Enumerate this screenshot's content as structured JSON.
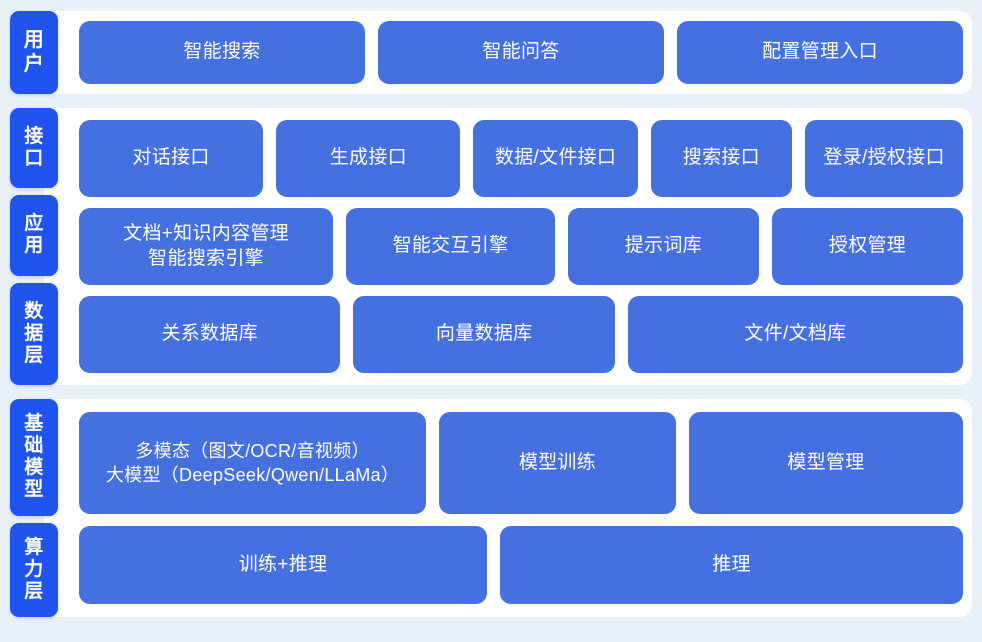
{
  "theme": {
    "page_background": "#eaf0f7",
    "card_background": "#ffffff",
    "tab_color": "#1f55ee",
    "node_color": "#4570e0",
    "text_color": "#ffffff"
  },
  "bands": [
    {
      "id": "user",
      "tabs": [
        {
          "label": "用户"
        }
      ],
      "rows": [
        {
          "id": "user-entries",
          "nodes": [
            {
              "label": "智能搜索"
            },
            {
              "label": "智能问答"
            },
            {
              "label": "配置管理入口"
            }
          ]
        }
      ]
    },
    {
      "id": "middle",
      "tabs": [
        {
          "label": "接口"
        },
        {
          "label": "应用"
        },
        {
          "label": "数据层"
        }
      ],
      "rows": [
        {
          "id": "interface",
          "nodes": [
            {
              "label": "对话接口"
            },
            {
              "label": "生成接口"
            },
            {
              "label": "数据/文件接口"
            },
            {
              "label": "搜索接口"
            },
            {
              "label": "登录/授权接口"
            }
          ]
        },
        {
          "id": "application",
          "nodes": [
            {
              "label": "文档+知识内容管理\n智能搜索引擎"
            },
            {
              "label": "智能交互引擎"
            },
            {
              "label": "提示词库"
            },
            {
              "label": "授权管理"
            }
          ]
        },
        {
          "id": "data",
          "nodes": [
            {
              "label": "关系数据库"
            },
            {
              "label": "向量数据库"
            },
            {
              "label": "文件/文档库"
            }
          ]
        }
      ]
    },
    {
      "id": "foundation",
      "tabs": [
        {
          "label": "基础模型"
        },
        {
          "label": "算力层"
        }
      ],
      "rows": [
        {
          "id": "model",
          "nodes": [
            {
              "label": "多模态（图文/OCR/音视频）\n大模型（DeepSeek/Qwen/LLaMa）"
            },
            {
              "label": "模型训练"
            },
            {
              "label": "模型管理"
            }
          ]
        },
        {
          "id": "compute",
          "nodes": [
            {
              "label": "训练+推理"
            },
            {
              "label": "推理"
            }
          ]
        }
      ]
    }
  ]
}
